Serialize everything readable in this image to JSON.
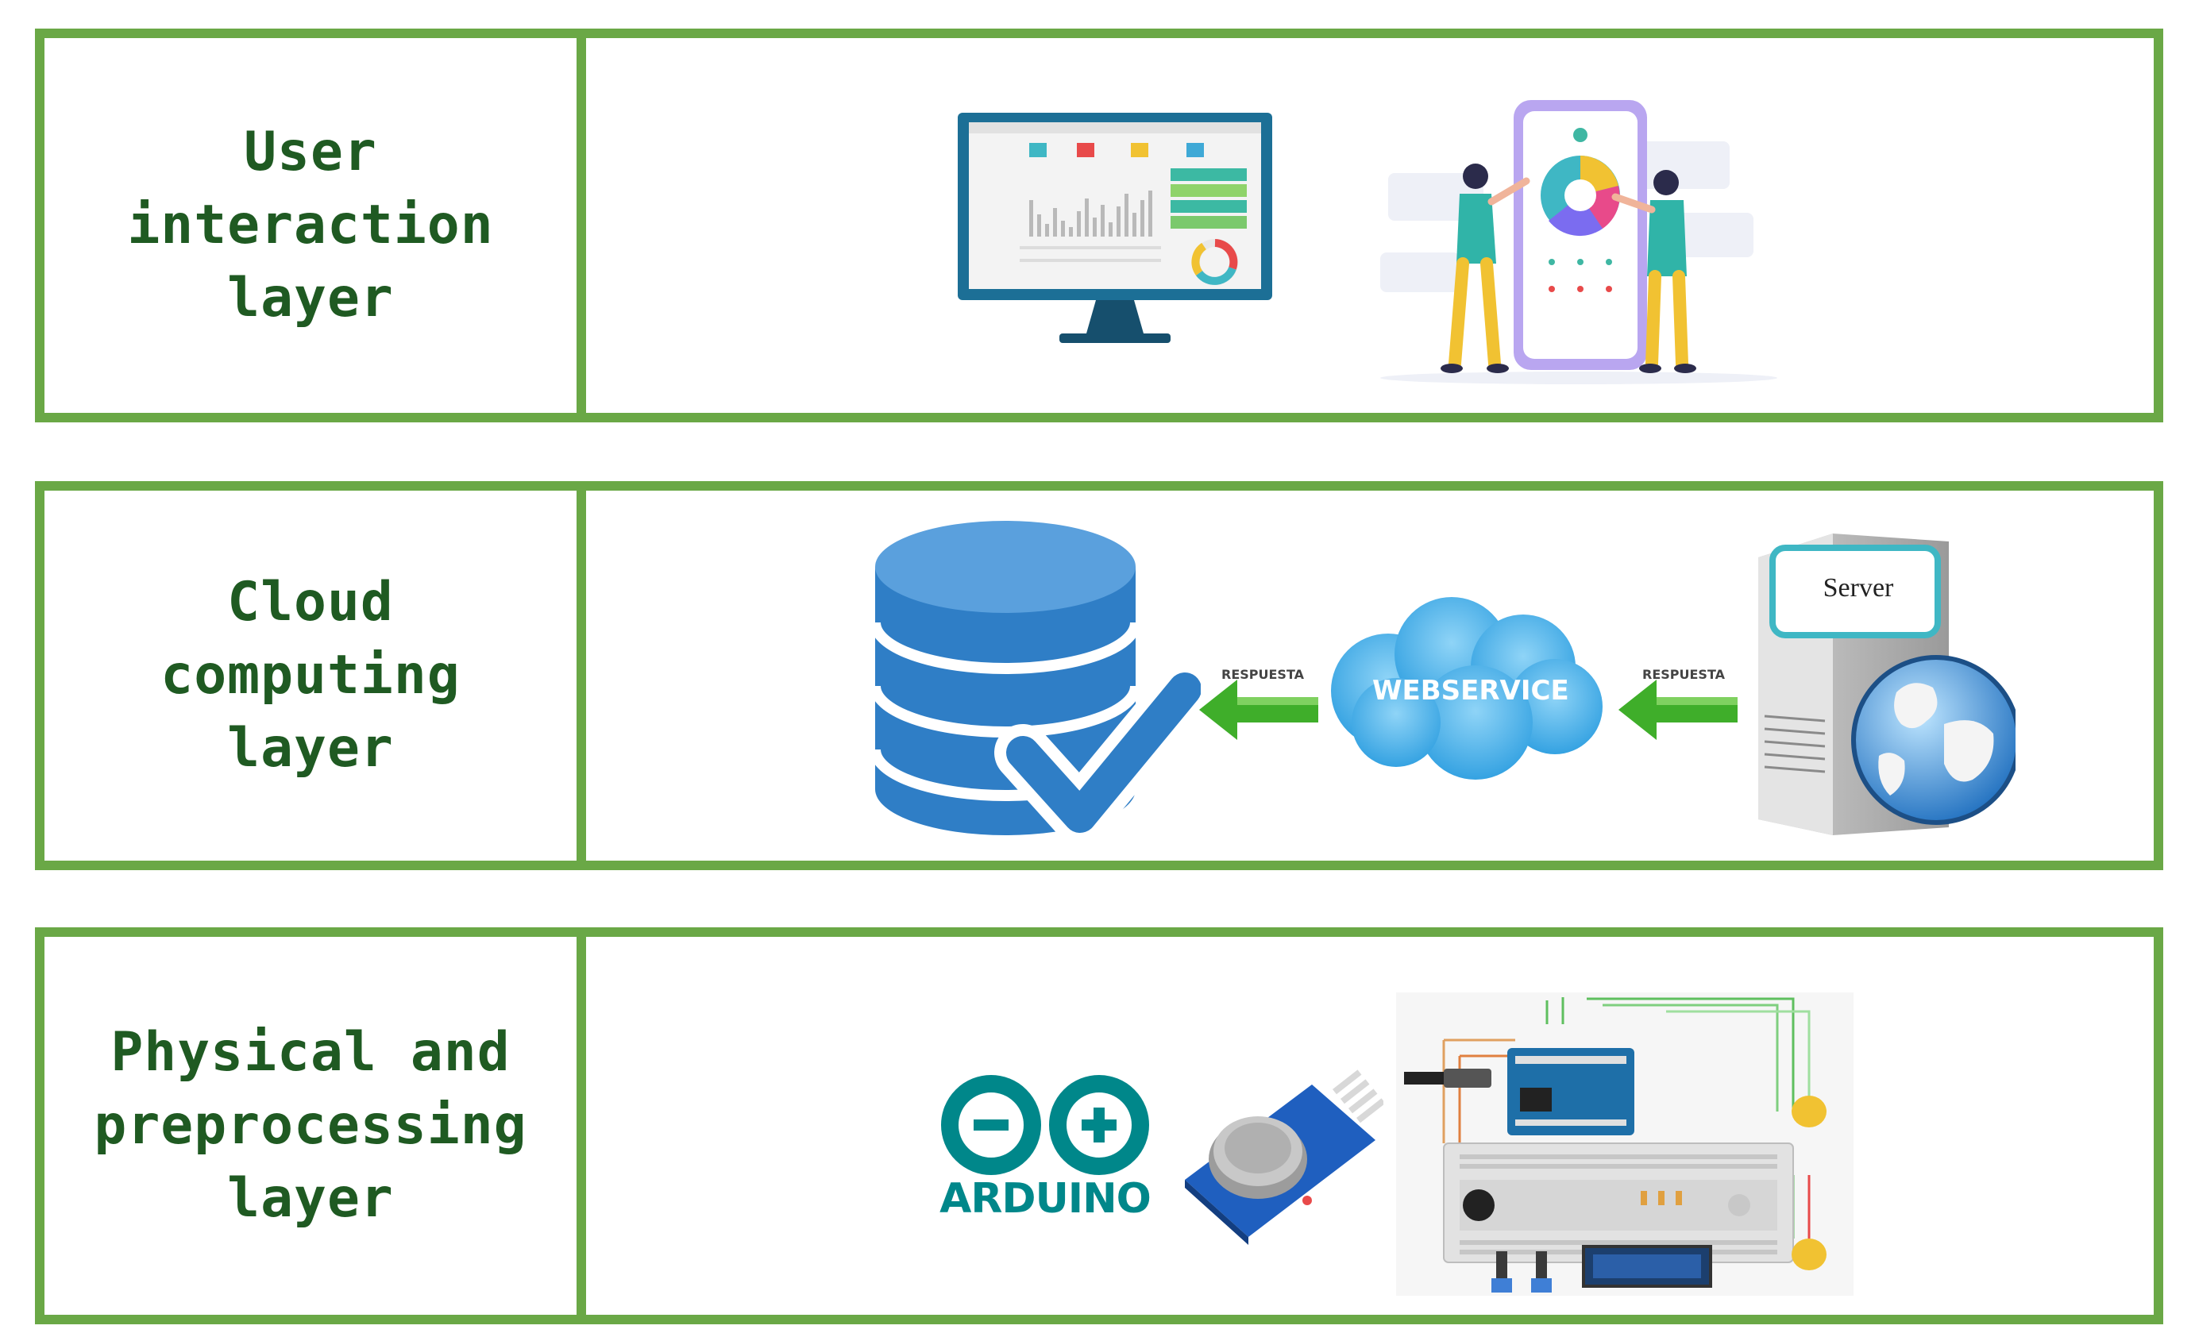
{
  "layers": [
    {
      "id": "user",
      "label_lines": [
        "User",
        "interaction",
        "layer"
      ]
    },
    {
      "id": "cloud",
      "label_lines": [
        "Cloud",
        "computing",
        "layer"
      ]
    },
    {
      "id": "physical",
      "label_lines": [
        "Physical and",
        "preprocessing",
        "layer"
      ]
    }
  ],
  "cloud_graphic": {
    "webservice_label": "WEBSERVICE",
    "server_label": "Server",
    "arrow_label_left": "RESPUESTA",
    "arrow_label_right": "RESPUESTA"
  },
  "physical_graphic": {
    "arduino_label": "ARDUINO"
  },
  "colors": {
    "border": "#6aa846",
    "label_text": "#1f5a22",
    "database_blue": "#2f7ec6",
    "arrow_green": "#3fae2a",
    "cloud_blue": "#4fb3ea",
    "arduino_teal": "#00878a"
  },
  "icons": [
    "monitor-dashboard-icon",
    "phone-analytics-people-icon",
    "database-check-icon",
    "webservice-cloud-icon",
    "server-globe-icon",
    "arduino-logo-icon",
    "gas-sensor-module-icon",
    "circuit-breadboard-icon"
  ]
}
